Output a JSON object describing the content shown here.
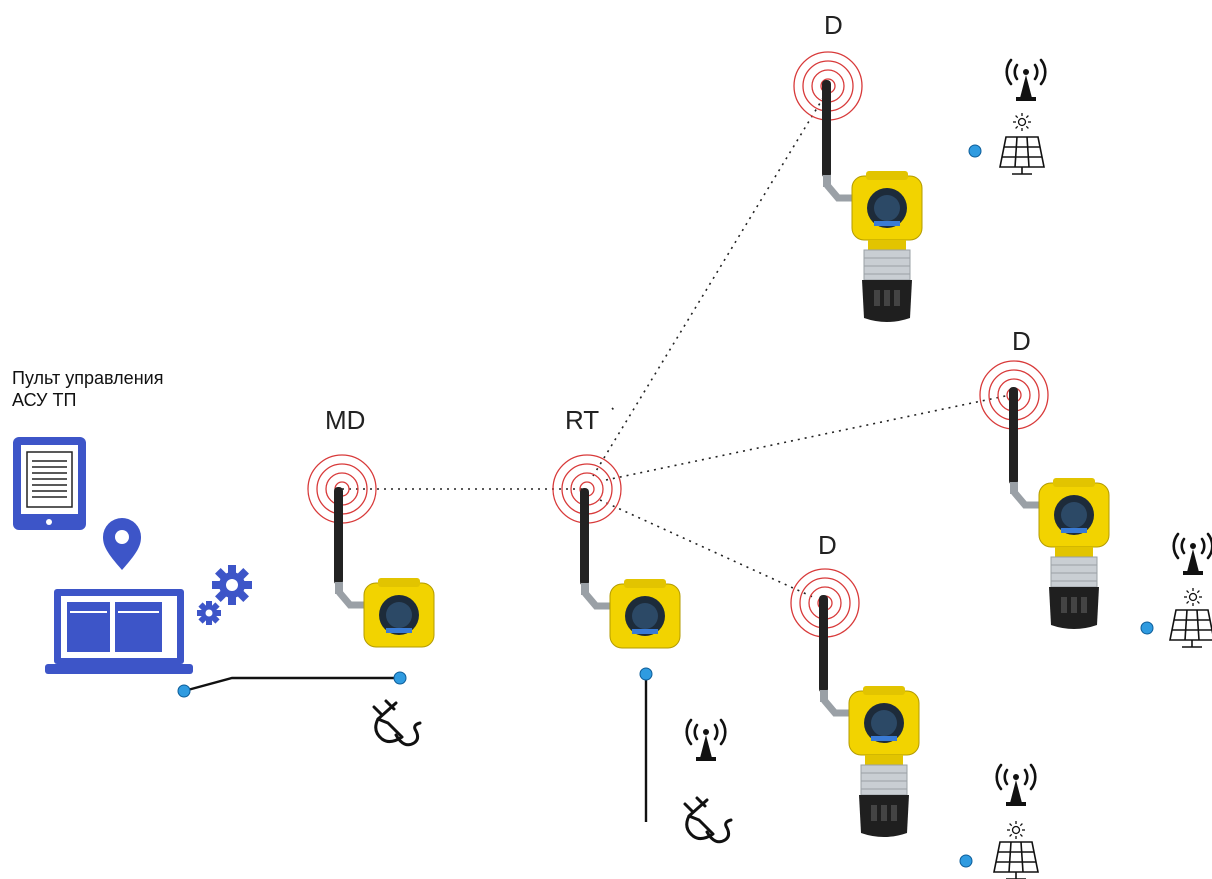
{
  "control_panel": {
    "line1": "Пульт управления",
    "line2": "АСУ ТП"
  },
  "nodes": {
    "md": "MD",
    "rt": "RT",
    "d_top": "D",
    "d_right": "D",
    "d_bottom": "D"
  },
  "colors": {
    "accent_blue": "#3d55c8",
    "device_yellow": "#f2d300",
    "signal_red": "#d83a3a",
    "connector_dot": "#2f9be0",
    "line": "#111111"
  }
}
